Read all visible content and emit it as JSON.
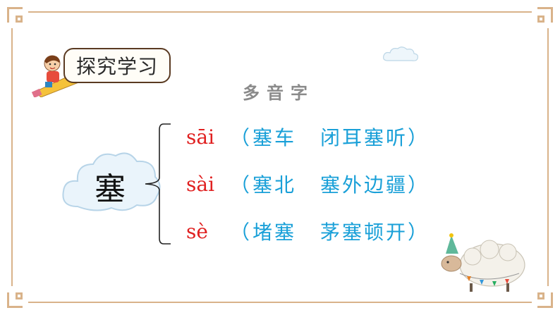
{
  "slide": {
    "badge_label": "探究学习",
    "section_title": "多音字",
    "main_character": "塞",
    "readings": [
      {
        "pinyin": "sāi",
        "open": "（",
        "word1": "塞车",
        "word2": "闭耳塞听",
        "close": "）"
      },
      {
        "pinyin": "sài",
        "open": "（",
        "word1": "塞北",
        "word2": "塞外边疆",
        "close": "）"
      },
      {
        "pinyin": "sè",
        "open": "（",
        "word1": "堵塞",
        "word2": "茅塞顿开",
        "close": "）"
      }
    ]
  },
  "colors": {
    "pinyin": "#e02020",
    "words": "#1aa0d8",
    "frame": "#d9b38a",
    "title": "#8a8a8a"
  },
  "icons": [
    "child-on-pencil-icon",
    "cloud-icon",
    "sheep-icon",
    "bracket-icon"
  ]
}
